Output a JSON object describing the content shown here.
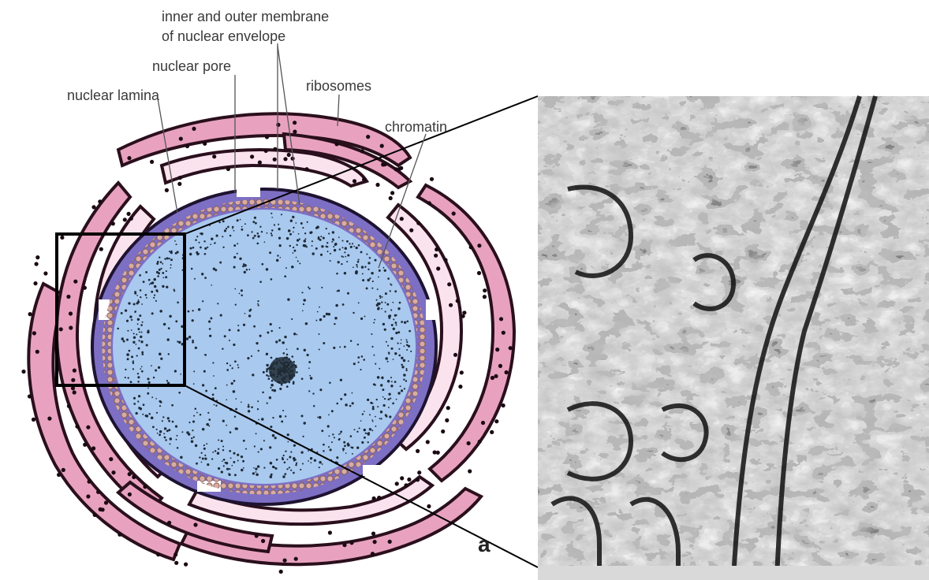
{
  "labels": {
    "envelope_line1": "inner and outer membrane",
    "envelope_line2": "of nuclear envelope",
    "nuclear_pore": "nuclear pore",
    "ribosomes": "ribosomes",
    "nuclear_lamina": "nuclear  lamina",
    "chromatin": "chromatin",
    "panel_a": "a"
  },
  "colors": {
    "er_fill": "#e8a2bf",
    "er_lumen": "#fbe3ee",
    "er_outline": "#2a0f1c",
    "perinuclear": "#7d6fc4",
    "nucleoplasm": "#a9c9ef",
    "lamina_beads": "#c99b8f",
    "chromatin": "#1e2a35"
  },
  "icons": {
    "zoom_box": "zoom-rectangle-icon",
    "micrograph": "electron-micrograph-image"
  }
}
